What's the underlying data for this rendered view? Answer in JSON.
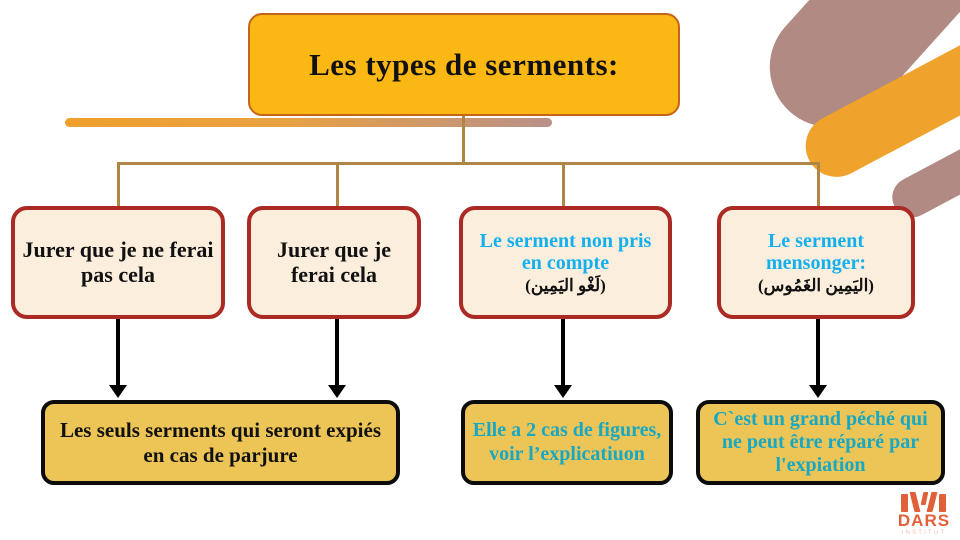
{
  "title": {
    "text": "Les types de serments:"
  },
  "branches": [
    {
      "id": "jurer-negatif",
      "french": "Jurer que je ne ferai pas cela",
      "arabic": "",
      "text_color": "#111111"
    },
    {
      "id": "jurer-affirmatif",
      "french": "Jurer que je ferai cela",
      "arabic": "",
      "text_color": "#111111"
    },
    {
      "id": "serment-non-pris-en-compte",
      "french": "Le serment non pris en compte",
      "arabic": "(لَغْو اليَمِين)",
      "text_color": "#12b0ef"
    },
    {
      "id": "serment-mensonger",
      "french": "Le serment mensonger:",
      "arabic": "(اليَمِين الغَمُوس)",
      "text_color": "#12b0ef"
    }
  ],
  "outcomes": [
    {
      "id": "expies-en-cas-de-parjure",
      "text": "Les seuls serments qui seront expiés en cas de parjure",
      "text_color": "#111111"
    },
    {
      "id": "deux-cas-de-figures",
      "text": "Elle a 2 cas de figures, voir l’explicatiuon",
      "text_color": "#17a8c4"
    },
    {
      "id": "grand-peche",
      "text": "C`est un grand péché qui ne peut être réparé par l'expiation",
      "text_color": "#17a8c4"
    }
  ],
  "logo": {
    "word": "DARS",
    "sub": "INSTITUT"
  },
  "colors": {
    "title_fill": "#fbb713",
    "title_border": "#c5651a",
    "node_fill": "#fceedd",
    "node_border": "#ab2a23",
    "leaf_fill": "#ecc556",
    "leaf_border": "#0c0c0c",
    "connector": "#b08646",
    "arrow": "#000000",
    "accent_cyan": "#12b0ef",
    "accent_teal": "#17a8c4",
    "deco_mauve": "#b08a83",
    "deco_orange": "#efa22c",
    "logo_orange": "#e0603a"
  }
}
